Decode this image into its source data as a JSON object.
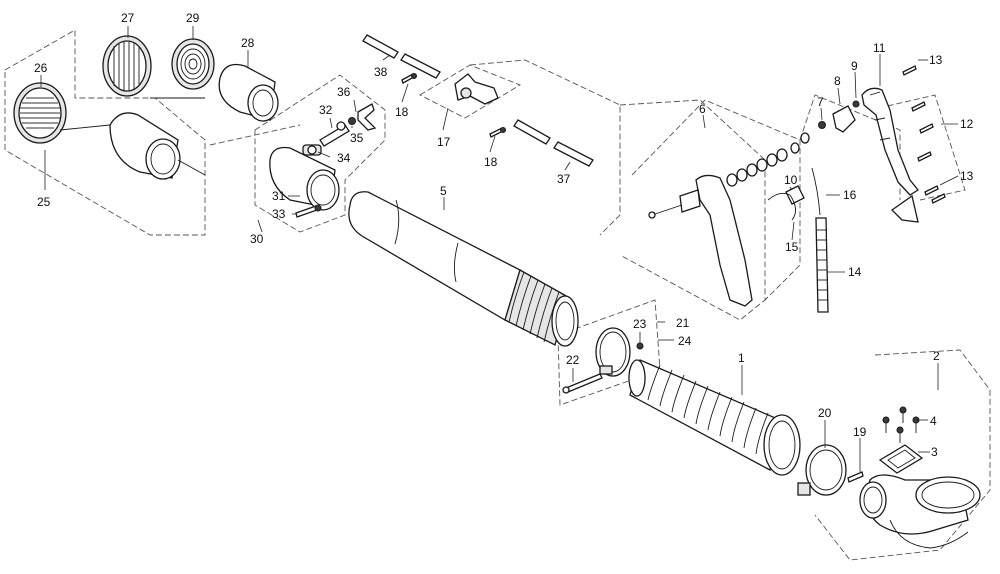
{
  "labels": {
    "l1": "1",
    "l2": "2",
    "l3": "3",
    "l4": "4",
    "l5": "5",
    "l6": "6",
    "l7": "7",
    "l8": "8",
    "l9": "9",
    "l10": "10",
    "l11": "11",
    "l12": "12",
    "l13a": "13",
    "l13b": "13",
    "l14": "14",
    "l15": "15",
    "l16": "16",
    "l17": "17",
    "l18a": "18",
    "l18b": "18",
    "l19": "19",
    "l20": "20",
    "l21": "21",
    "l22": "22",
    "l23": "23",
    "l24": "24",
    "l25": "25",
    "l26": "26",
    "l27": "27",
    "l28": "28",
    "l29": "29",
    "l30": "30",
    "l31": "31",
    "l32": "32",
    "l33": "33",
    "l34": "34",
    "l35": "35",
    "l36": "36",
    "l37": "37",
    "l38": "38"
  }
}
